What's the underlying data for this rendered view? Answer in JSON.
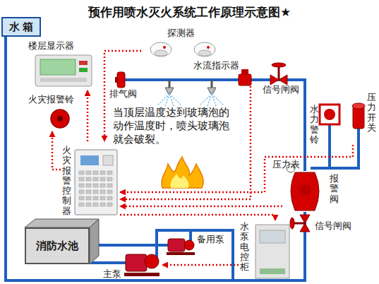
{
  "diagram": {
    "title": "预作用喷水灭火系统工作原理示意图★",
    "nodes": [
      {
        "text": [
          "水 箱"
        ]
      },
      {
        "text": [
          "楼层显示器"
        ]
      },
      {
        "text": [
          "火灾报警铃"
        ]
      },
      {
        "text": [
          "探测器"
        ]
      },
      {
        "text": [
          "火灾报警控制器"
        ]
      },
      {
        "text": [
          "水流指示器"
        ]
      },
      {
        "text": [
          "压力开关"
        ]
      },
      {
        "text": [
          "水力警铃"
        ]
      },
      {
        "text": [
          "报警阀"
        ]
      },
      {
        "text": [
          "水泵电控柜"
        ]
      },
      {
        "text": [
          "消防水池"
        ]
      },
      {
        "text": [
          "主泵"
        ]
      },
      {
        "text": [
          "备用泵"
        ]
      }
    ],
    "edges": [
      {
        "from": 3,
        "to": 4,
        "arrow": "to"
      },
      {
        "from": 4,
        "to": 1,
        "arrow": "to"
      },
      {
        "from": 4,
        "to": 2,
        "arrow": "to"
      },
      {
        "from": 5,
        "to": 4,
        "arrow": "to"
      },
      {
        "from": 8,
        "to": 4,
        "arrow": "to"
      },
      {
        "from": 6,
        "to": 4,
        "arrow": "to"
      },
      {
        "from": 4,
        "to": 9,
        "arrow": "to"
      },
      {
        "from": 9,
        "to": 11,
        "arrow": "to"
      }
    ],
    "labels": [
      "排气阀",
      "信号闸阀",
      "压力表",
      "信号闸阀",
      "当顶层温度达到玻璃泡的动作温度时，喷头玻璃泡就会破裂。"
    ]
  }
}
